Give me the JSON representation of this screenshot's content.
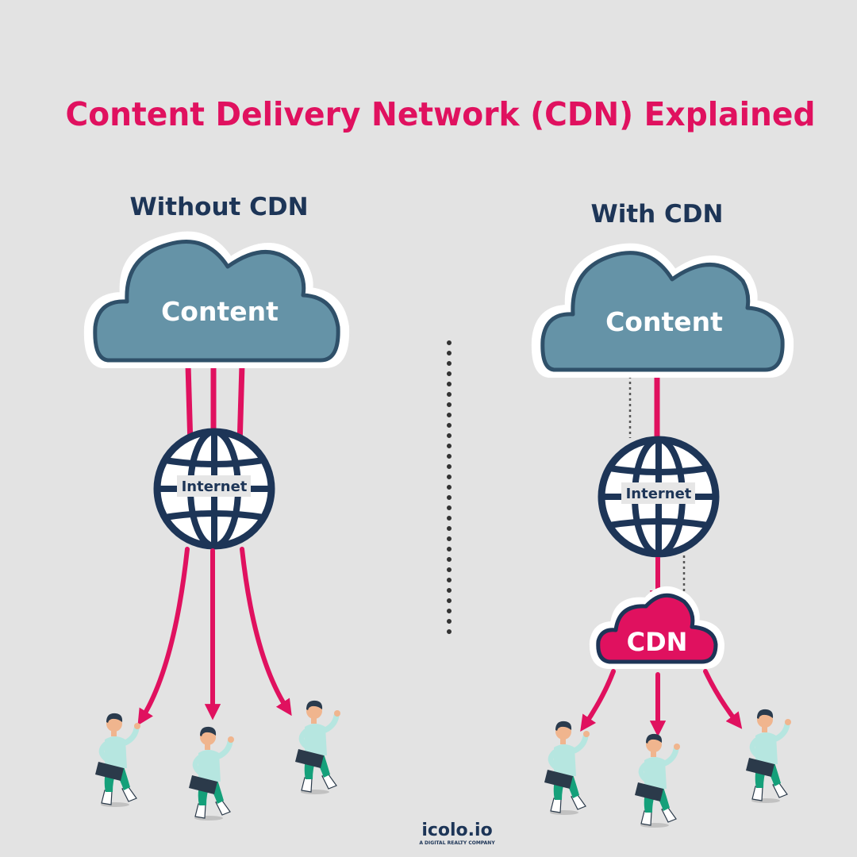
{
  "title": "Content Delivery Network (CDN) Explained",
  "panels": {
    "without": {
      "heading": "Without CDN",
      "cloud_label": "Content",
      "globe_label": "Internet"
    },
    "with": {
      "heading": "With CDN",
      "cloud_label": "Content",
      "globe_label": "Internet",
      "cdn_label": "CDN"
    }
  },
  "brand": {
    "name": "icolo.io",
    "tagline": "A DIGITAL REALTY COMPANY"
  },
  "colors": {
    "background": "#e3e3e3",
    "accent": "#e0115f",
    "navy": "#1d3557",
    "cloud_fill": "#6593a7",
    "cloud_border": "#2f5069",
    "shirt": "#b6e6e0",
    "pants": "#15a07a",
    "skin": "#f0b58e",
    "hair": "#2a3b4d",
    "laptop": "#2b3a4a"
  },
  "icons": [
    "cloud-icon",
    "globe-icon",
    "user-laptop-icon",
    "arrow-icon"
  ]
}
